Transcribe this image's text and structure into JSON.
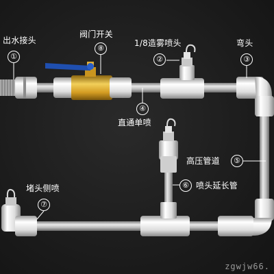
{
  "components": [
    {
      "num": "①",
      "label": "出水接头"
    },
    {
      "num": "②",
      "label": "1/8造雾喷头"
    },
    {
      "num": "③",
      "label": "弯头"
    },
    {
      "num": "④",
      "label": "直通单喷"
    },
    {
      "num": "⑤",
      "label": "高压管道"
    },
    {
      "num": "⑥",
      "label": "喷头延长管"
    },
    {
      "num": "⑦",
      "label": "堵头侧喷"
    },
    {
      "num": "⑧",
      "label": "阀门开关"
    }
  ],
  "watermark": "zgwjw66.",
  "colors": {
    "background": "#1c1c1c",
    "pipe": "#b9b9b9",
    "fitting": "#e6e6e6",
    "valve_brass": "#d8a52a",
    "valve_handle": "#1f4fb0",
    "text": "#ffffff"
  }
}
